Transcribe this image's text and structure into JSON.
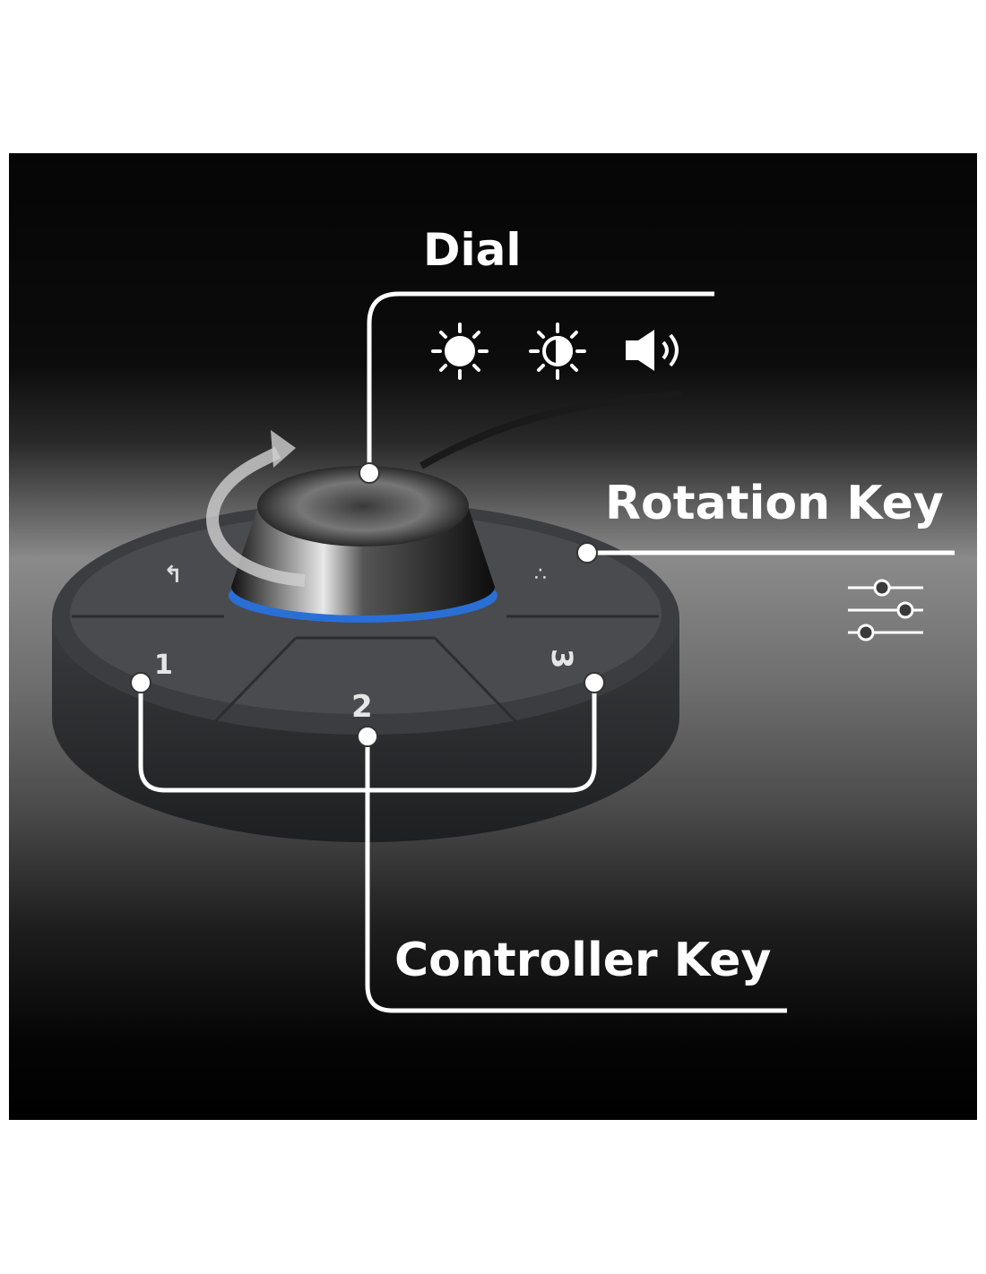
{
  "labels": {
    "dial": "Dial",
    "rotation_key": "Rotation Key",
    "controller_key": "Controller Key"
  },
  "dial_icons": [
    "brightness-icon",
    "contrast-icon",
    "volume-icon"
  ],
  "rotation_icons": [
    "sliders-icon"
  ],
  "device_keys": [
    "back",
    "1",
    "2",
    "3",
    "more"
  ],
  "colors": {
    "accent_ring": "#2a6fd6",
    "callout": "#ffffff"
  }
}
